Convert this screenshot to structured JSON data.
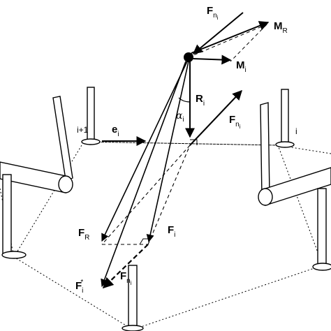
{
  "labels": {
    "fn_top": {
      "base": "F",
      "sub": "n",
      "subsub": "i"
    },
    "mr": {
      "base": "M",
      "sub": "R"
    },
    "mi": {
      "base": "M",
      "sub": "i"
    },
    "ri": {
      "base": "R",
      "sub": "i"
    },
    "alpha": {
      "base": "α",
      "sub": "i"
    },
    "fn_right": {
      "base": "F",
      "sub": "n",
      "subsub": "i"
    },
    "ei": {
      "base": "e",
      "sub": "i"
    },
    "leg_left": "i+1",
    "leg_right": "i",
    "fr": {
      "base": "F",
      "sub": "R"
    },
    "fi": {
      "base": "F",
      "sub": "i"
    },
    "fi_star": {
      "base": "F",
      "sub": "i",
      "sup": "*"
    },
    "fn_bottom": {
      "base": "F",
      "sub": "n",
      "subsub": "i"
    }
  },
  "colors": {
    "ink": "#000000",
    "paper": "#ffffff"
  }
}
